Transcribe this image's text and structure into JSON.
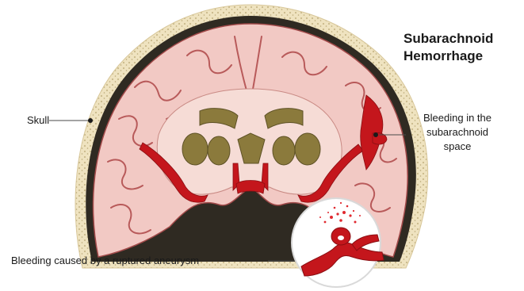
{
  "title": {
    "line1": "Subarachnoid",
    "line2": "Hemorrhage"
  },
  "labels": {
    "skull": "Skull",
    "bleeding_space_line1": "Bleeding in the",
    "bleeding_space_line2": "subarachnoid",
    "bleeding_space_line3": "space",
    "aneurysm": "Bleeding caused by a ruptured aneurysm"
  },
  "colors": {
    "skull_bone": "#efe3c0",
    "skull_dots": "#c9b98b",
    "dura": "#2f2a22",
    "brain_tissue": "#f2c9c4",
    "gyri_outline": "#b85a5a",
    "blood": "#c4161c",
    "ventricles": "#8b7a3c",
    "white_matter": "#f6dcd6"
  }
}
